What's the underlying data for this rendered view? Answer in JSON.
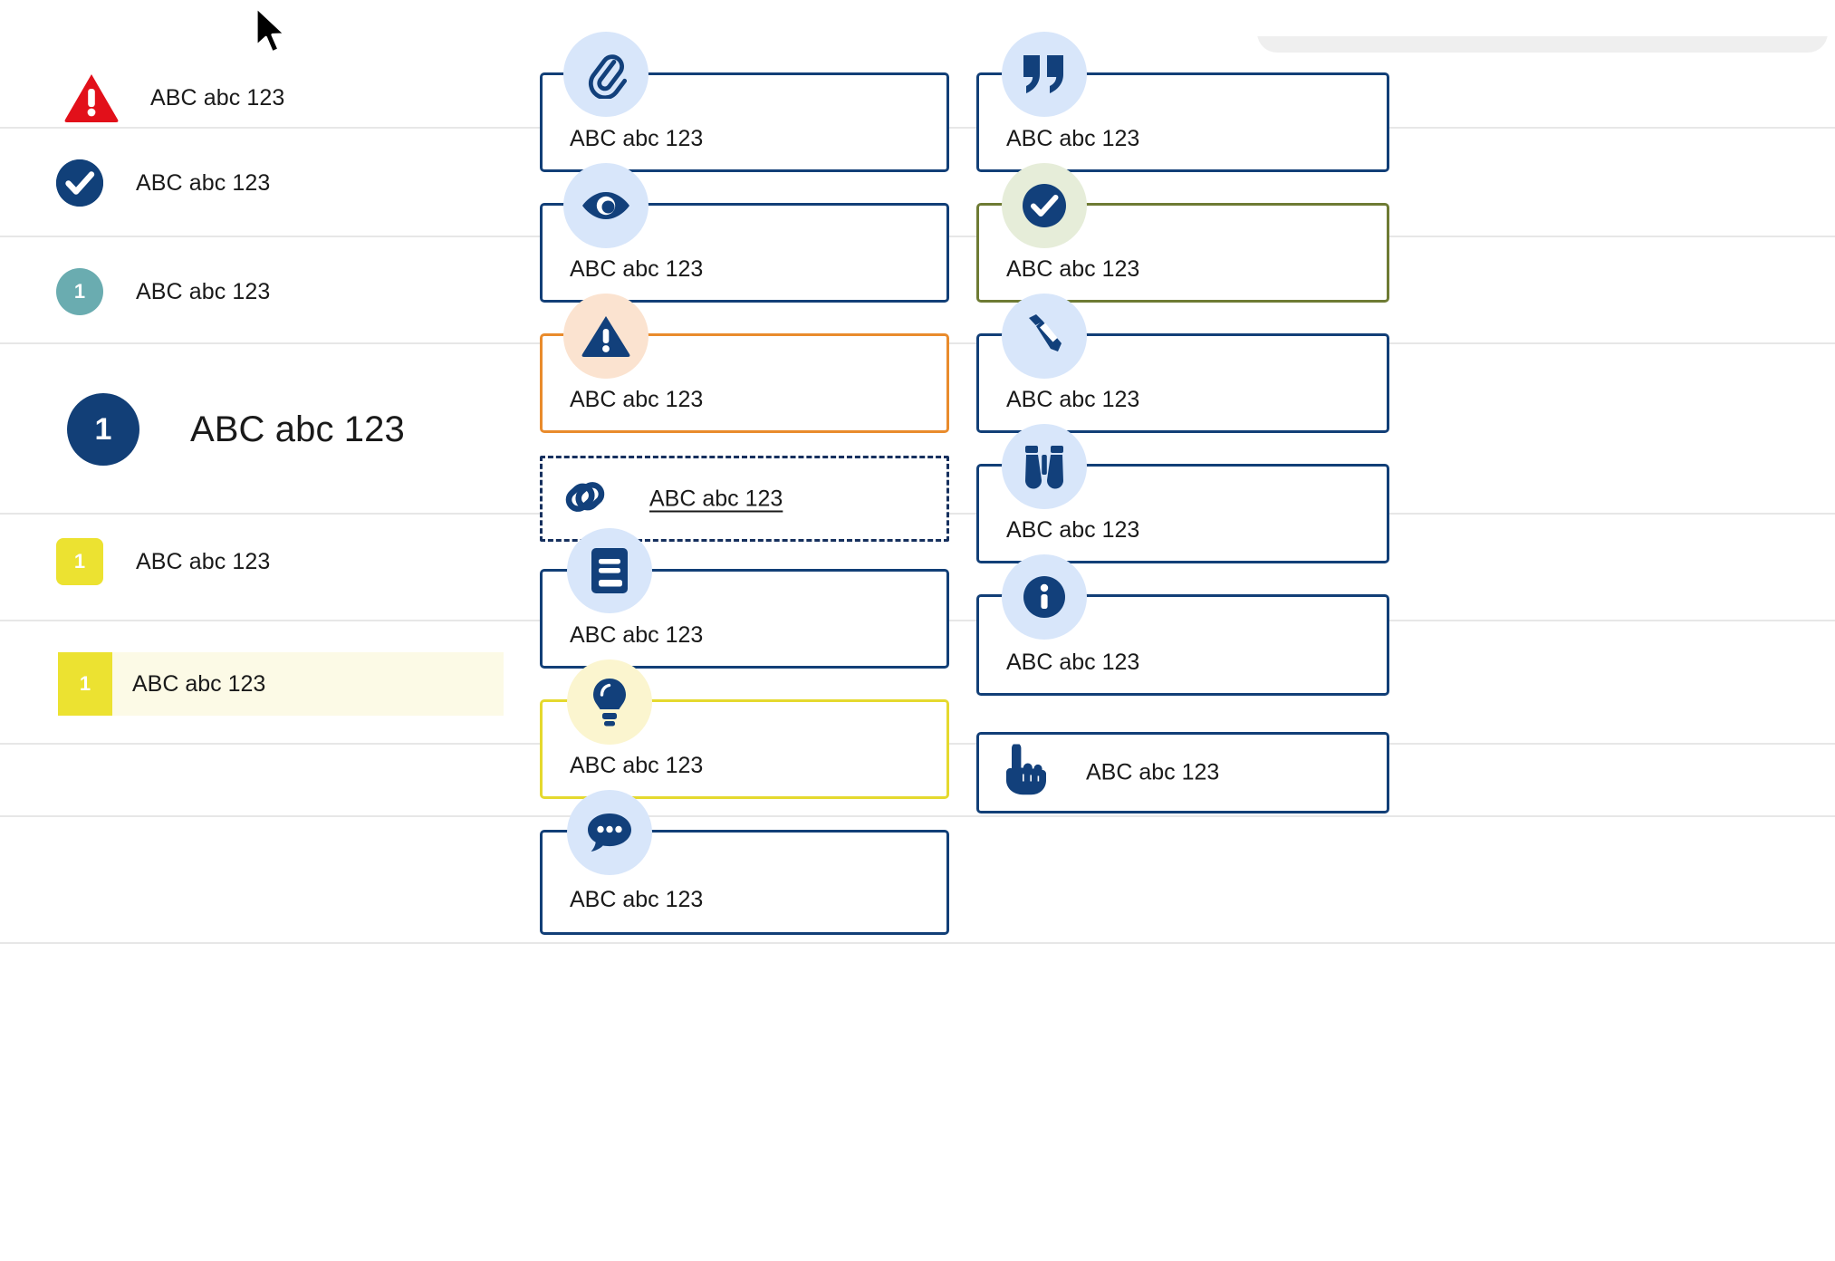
{
  "specimen": {
    "sample_text": "ABC abc 123",
    "badge_number": "1",
    "colors": {
      "navy": "#123f77",
      "red": "#e2101a",
      "teal": "#6aacb0",
      "yellow": "#ece231",
      "yellow_tint": "#fcfae6",
      "orange": "#e98b2c",
      "olive": "#6e7b34",
      "icon_bg_blue": "#d8e6fa",
      "icon_bg_peach": "#fbe3d0",
      "icon_bg_green": "#e6edd9",
      "icon_bg_cream": "#fbf5cf",
      "rule": "#e7e7e7",
      "text": "#1a1a1a"
    }
  },
  "left_column": {
    "rows": [
      {
        "icon": "warning-triangle-icon",
        "label": "ABC abc 123",
        "style": "red-triangle"
      },
      {
        "icon": "check-circle-icon",
        "label": "ABC abc 123",
        "style": "navy-circle"
      },
      {
        "icon": "number-badge-icon",
        "label": "ABC abc 123",
        "badge": "1",
        "style": "teal-circle"
      },
      {
        "icon": "number-badge-icon",
        "label": "ABC abc 123",
        "badge": "1",
        "style": "navy-circle-large"
      },
      {
        "icon": "number-badge-icon",
        "label": "ABC abc 123",
        "badge": "1",
        "style": "yellow-square"
      }
    ],
    "selected_row": {
      "icon": "number-badge-icon",
      "badge": "1",
      "label": "ABC abc 123",
      "style": "yellow-highlight"
    }
  },
  "middle_column": {
    "cards": [
      {
        "icon": "paperclip-icon",
        "label": "ABC abc 123",
        "border": "navy",
        "badge_bg": "blue"
      },
      {
        "icon": "eye-icon",
        "label": "ABC abc 123",
        "border": "navy",
        "badge_bg": "blue"
      },
      {
        "icon": "warning-triangle-icon",
        "label": "ABC abc 123",
        "border": "orange",
        "badge_bg": "peach"
      },
      {
        "icon": "link-chain-icon",
        "label": "ABC abc 123",
        "border": "dashed-navy",
        "badge_bg": "none",
        "link": true
      },
      {
        "icon": "book-icon",
        "label": "ABC abc 123",
        "border": "navy",
        "badge_bg": "blue"
      },
      {
        "icon": "lightbulb-icon",
        "label": "ABC abc 123",
        "border": "yellow",
        "badge_bg": "cream"
      },
      {
        "icon": "comment-bubble-icon",
        "label": "ABC abc 123",
        "border": "navy",
        "badge_bg": "blue"
      }
    ]
  },
  "right_column": {
    "cards": [
      {
        "icon": "quote-marks-icon",
        "label": "ABC abc 123",
        "border": "navy",
        "badge_bg": "blue"
      },
      {
        "icon": "check-circle-icon",
        "label": "ABC abc 123",
        "border": "olive",
        "badge_bg": "green"
      },
      {
        "icon": "pencil-icon",
        "label": "ABC abc 123",
        "border": "navy",
        "badge_bg": "blue"
      },
      {
        "icon": "binoculars-icon",
        "label": "ABC abc 123",
        "border": "navy",
        "badge_bg": "blue"
      },
      {
        "icon": "info-circle-icon",
        "label": "ABC abc 123",
        "border": "navy",
        "badge_bg": "blue"
      },
      {
        "icon": "pointing-hand-icon",
        "label": "ABC abc 123",
        "border": "navy",
        "badge_bg": "none",
        "inline": true
      }
    ]
  },
  "cursor": {
    "icon": "mouse-pointer-icon"
  }
}
